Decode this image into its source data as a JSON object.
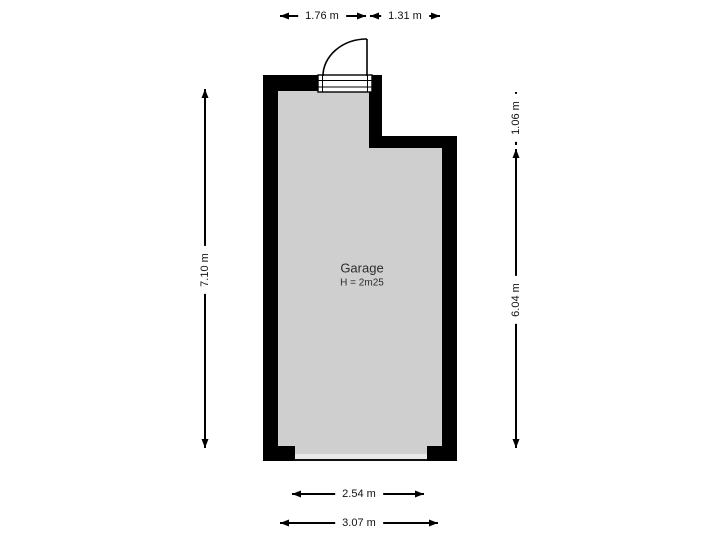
{
  "room": {
    "name": "Garage",
    "ceiling_height": "H = 2m25"
  },
  "dimensions": {
    "top_left_width": "1.76 m",
    "top_right_width": "1.31 m",
    "left_height": "7.10 m",
    "right_upper_height": "1.06 m",
    "right_lower_height": "6.04 m",
    "bottom_opening_width": "2.54 m",
    "bottom_total_width": "3.07 m"
  },
  "colors": {
    "wall": "#000000",
    "floor": "#cfcfcf",
    "door_frame": "#ffffff",
    "threshold": "#e9e9e9",
    "dimension_line": "#000000",
    "dimension_label_bg": "#ffffff",
    "dimension_text": "#111111",
    "room_text": "#2d2d2d",
    "background": "#ffffff"
  }
}
